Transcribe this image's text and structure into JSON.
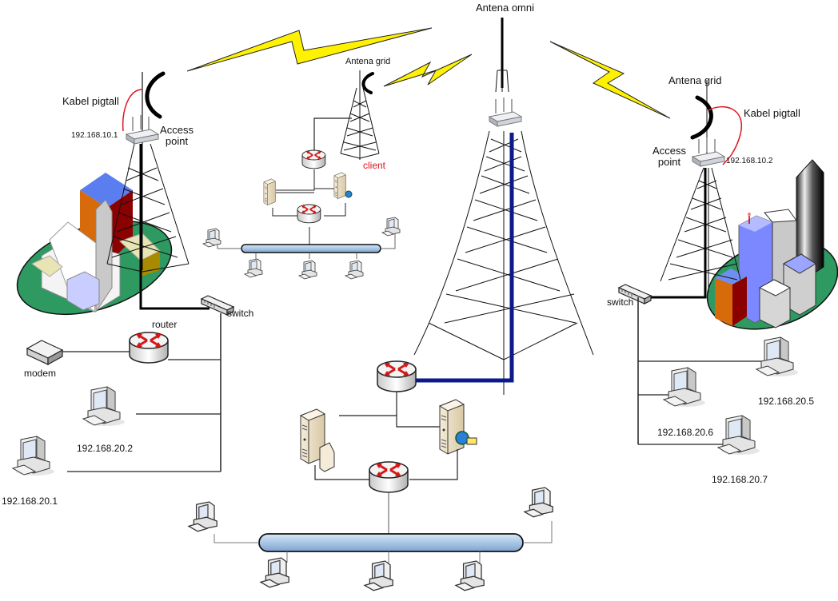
{
  "title": "Wireless network topology",
  "labels": {
    "antena_omni": "Antena omni",
    "antena_grid_center": "Antena grid",
    "antena_grid_right": "Antena grid",
    "kabel_pigtall_left": "Kabel pigtall",
    "kabel_pigtall_right": "Kabel pigtall",
    "access_point_left_1": "Access",
    "access_point_left_2": "point",
    "access_point_right_1": "Access",
    "access_point_right_2": "point",
    "ip_ap_left": "192.168.10.1",
    "ip_ap_right": "192.168.10.2",
    "client": "client",
    "switch_left": "switch",
    "switch_right": "switch",
    "router": "router",
    "modem": "modem",
    "pc_20_1": "192.168.20.1",
    "pc_20_2": "192.168.20.2",
    "pc_20_5": "192.168.20.5",
    "pc_20_6": "192.168.20.6",
    "pc_20_7": "192.168.20.7"
  },
  "colors": {
    "bolt": "#fff200",
    "fiber_link": "#0a1a8a",
    "pigtail": "#e0141e",
    "ground": "#2e9a62",
    "bus": "#a9c6e8"
  }
}
